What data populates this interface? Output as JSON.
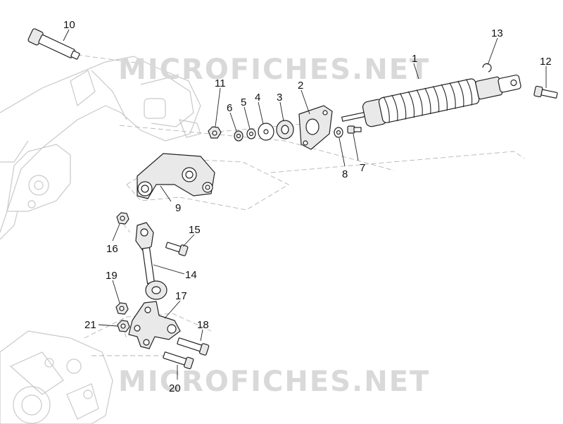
{
  "watermark": {
    "text": "MICROFICHES.NET",
    "color": "#d9d9d9"
  },
  "parts": [
    {
      "label": "1"
    },
    {
      "label": "2"
    },
    {
      "label": "3"
    },
    {
      "label": "4"
    },
    {
      "label": "5"
    },
    {
      "label": "6"
    },
    {
      "label": "7"
    },
    {
      "label": "8"
    },
    {
      "label": "9"
    },
    {
      "label": "10"
    },
    {
      "label": "11"
    },
    {
      "label": "12"
    },
    {
      "label": "13"
    },
    {
      "label": "14"
    },
    {
      "label": "15"
    },
    {
      "label": "16"
    },
    {
      "label": "17"
    },
    {
      "label": "18"
    },
    {
      "label": "19"
    },
    {
      "label": "20"
    },
    {
      "label": "21"
    }
  ]
}
